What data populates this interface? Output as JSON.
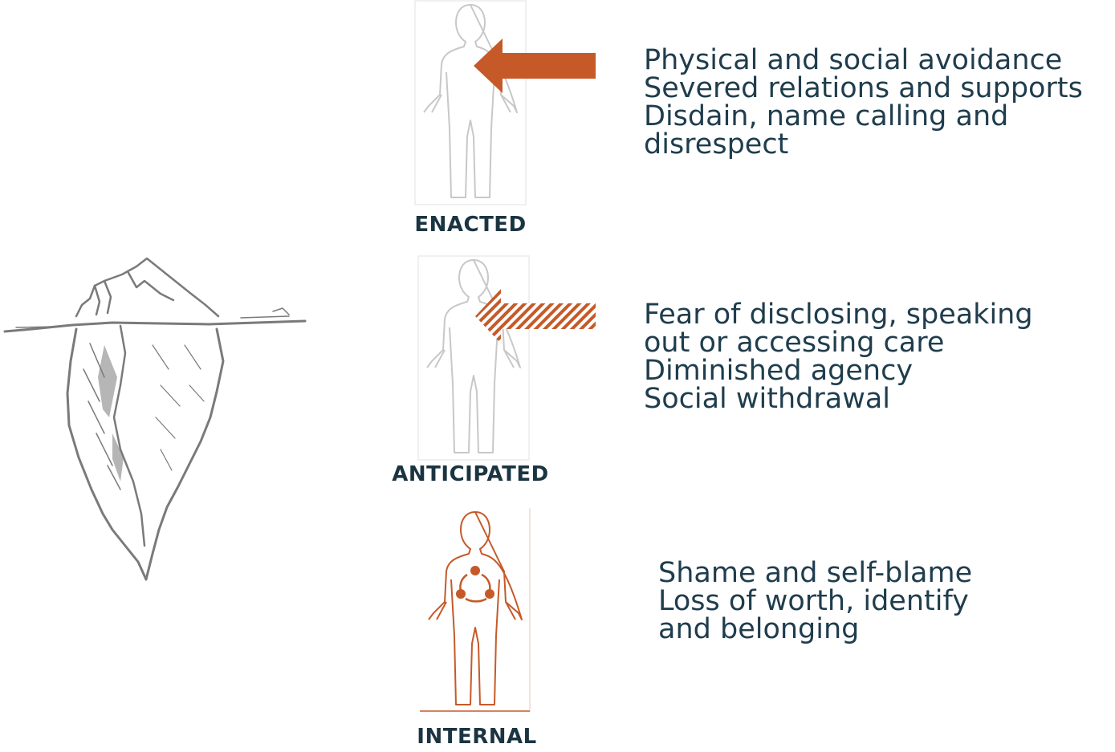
{
  "colors": {
    "accent": "#c55a28",
    "text": "#1f3d4d",
    "label": "#1b3442",
    "figure_gray": "#c8c8c8",
    "iceberg_gray": "#7a7a7a"
  },
  "iceberg": {
    "icon": "iceberg-sketch-icon"
  },
  "rows": [
    {
      "label": "ENACTED",
      "icon": "human-figure-outline-icon",
      "arrow": "solid-arrow-left-icon",
      "lines": [
        "Physical and social avoidance",
        "Severed relations and supports",
        "Disdain, name calling and",
        "disrespect"
      ]
    },
    {
      "label": "ANTICIPATED",
      "icon": "human-figure-outline-icon",
      "arrow": "hatched-arrow-left-icon",
      "lines": [
        "Fear of disclosing, speaking",
        "out or accessing care",
        "Diminished agency",
        "Social withdrawal"
      ]
    },
    {
      "label": "INTERNAL",
      "icon": "human-figure-internal-cycle-icon",
      "lines": [
        "Shame and self-blame",
        "Loss of worth, identify",
        "and belonging"
      ]
    }
  ]
}
